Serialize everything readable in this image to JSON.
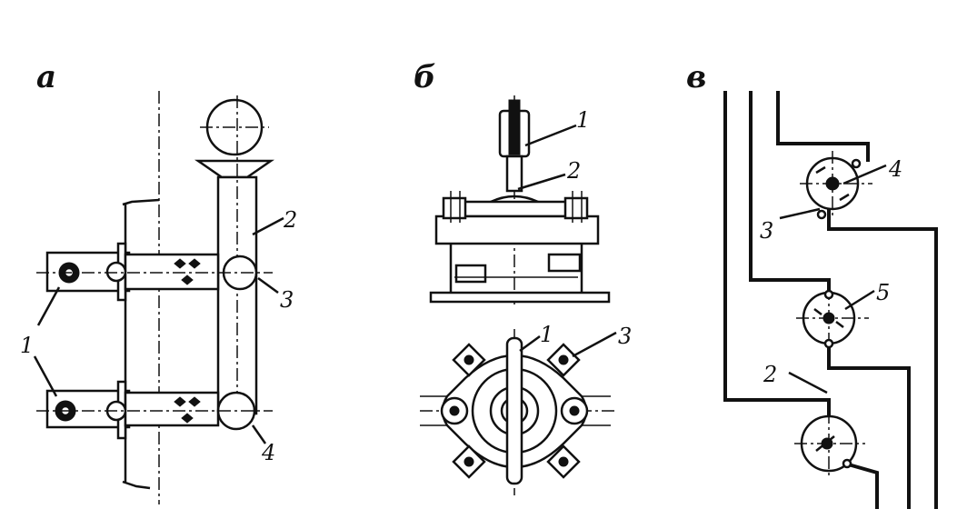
{
  "panels": {
    "a": {
      "label": "а",
      "callouts": [
        "1",
        "2",
        "3",
        "4"
      ]
    },
    "b": {
      "label": "б",
      "callouts_top": [
        "1",
        "2"
      ],
      "callouts_bottom": [
        "1",
        "3"
      ]
    },
    "v": {
      "label": "в",
      "callouts": [
        "4",
        "3",
        "5",
        "2"
      ]
    }
  }
}
